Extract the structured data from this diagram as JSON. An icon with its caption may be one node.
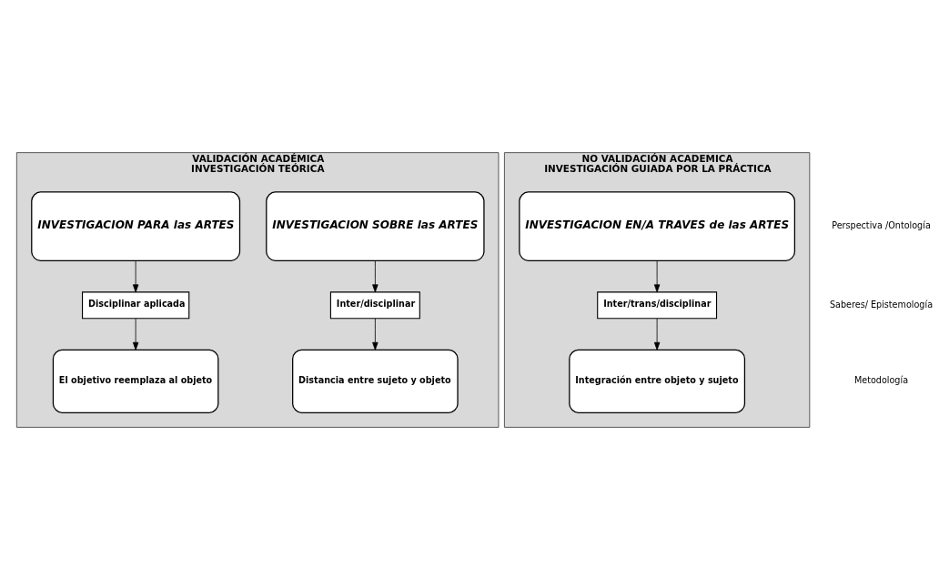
{
  "diagram": {
    "nodes": [
      {
        "text": [
          "VALIDACIÓN ACADÉMICA",
          "INVESTIGACIÓN TEÓRICA"
        ]
      },
      {
        "text": [
          "NO VALIDACIÓN ACADEMICA",
          "INVESTIGACIÓN GUIADA POR LA PRÁCTICA"
        ]
      },
      {
        "text": [
          "INVESTIGACION SOBRE las ARTES"
        ],
        "in": 0
      },
      {
        "text": [
          "INVESTIGACION PARA las ARTES"
        ],
        "in": 0
      },
      {
        "text": [
          "INVESTIGACION EN/A TRAVES de las ARTES"
        ],
        "in": 1
      },
      {
        "text": [
          "Inter/disciplinar"
        ],
        "in": 0
      },
      {
        "text": [
          "Disciplinar aplicada"
        ],
        "in": 0
      },
      {
        "text": [
          "Inter/trans/disciplinar"
        ],
        "in": 1
      },
      {
        "text": [
          "Distancia entre sujeto y objeto"
        ],
        "in": 0
      },
      {
        "text": [
          "El objetivo reemplaza al objeto"
        ],
        "in": 0
      },
      {
        "text": [
          "Integración entre objeto y sujeto"
        ],
        "in": 1
      }
    ],
    "edges": [
      {
        "from": 2,
        "to": 5,
        "arrow": "to"
      },
      {
        "from": 5,
        "to": 8,
        "arrow": "to"
      },
      {
        "from": 3,
        "to": 6,
        "arrow": "to"
      },
      {
        "from": 6,
        "to": 9,
        "arrow": "to"
      },
      {
        "from": 4,
        "to": 7,
        "arrow": "to"
      },
      {
        "from": 7,
        "to": 10,
        "arrow": "to"
      }
    ],
    "labels": [
      "Perspectiva /Ontología",
      "Saberes/ Epistemología",
      "Metodología"
    ]
  }
}
